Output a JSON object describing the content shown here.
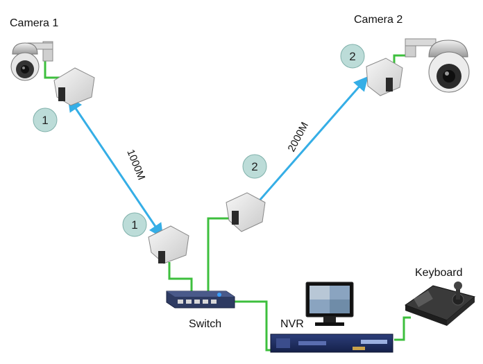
{
  "labels": {
    "camera1": "Camera 1",
    "camera2": "Camera 2",
    "switch": "Switch",
    "nvr": "NVR",
    "keyboard": "Keyboard"
  },
  "links": {
    "link1": "1000M",
    "link2": "2000M"
  },
  "badges": {
    "b1_cam": "1",
    "b1_switch": "1",
    "b2_cam": "2",
    "b2_switch": "2"
  },
  "colors": {
    "wireless_link": "#35aee6",
    "cable": "#3dbf3d",
    "badge_fill": "#bcdcd8",
    "badge_stroke": "#7fb0aa"
  }
}
